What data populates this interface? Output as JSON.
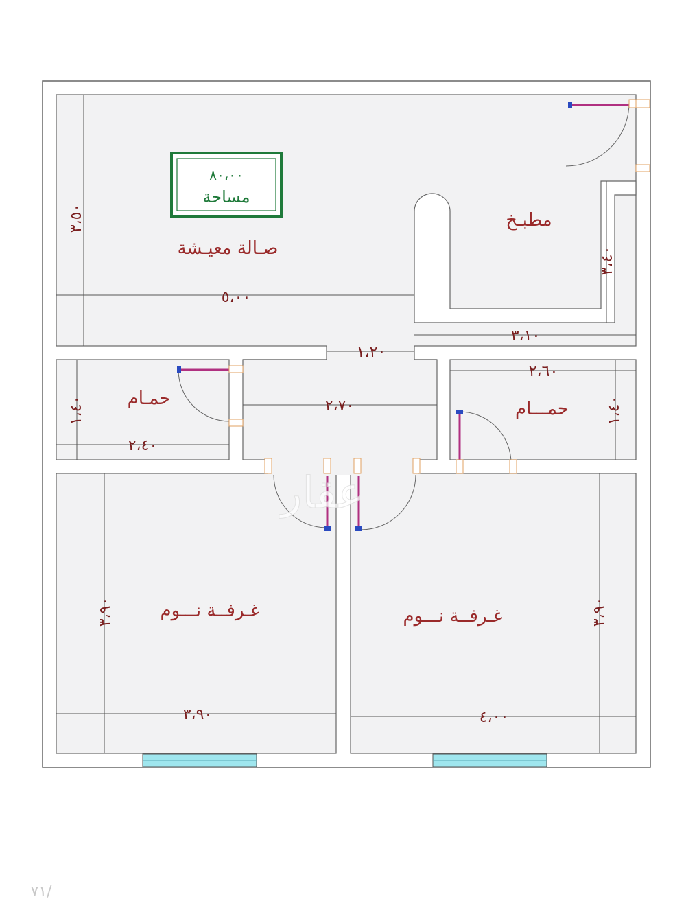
{
  "plan": {
    "colors": {
      "wall": "#ffffff",
      "room_fill": "#f2f2f3",
      "outline": "#666666",
      "label_red": "#9a2a2a",
      "area_green": "#1f7a3a",
      "window_cyan": "#9fe6ee",
      "door_purple": "#b03080",
      "door_blue": "#2a4ac0"
    },
    "area": {
      "value": "٨٠،٠٠",
      "label": "مساحة"
    },
    "rooms": {
      "living": "صـالة معيـشة",
      "kitchen": "مطبـخ",
      "bath_left": "حمـام",
      "bath_right": "حمـــام",
      "bedroom_left": "غـرفــة نـــوم",
      "bedroom_right": "غـرفــة نـــوم"
    },
    "dimensions": {
      "living_width": "٥،٠٠",
      "living_height": "٣،٥٠",
      "kitchen_height": "٣،٤٠",
      "kitchen_width": "٣،١٠",
      "corridor_gap": "١،٢٠",
      "corridor_width": "٢،٧٠",
      "bath_left_width": "٢،٤٠",
      "bath_left_height": "١،٤٠",
      "bath_right_width": "٢،٦٠",
      "bath_right_height": "١،٤٠",
      "bedroom_left_width": "٣،٩٠",
      "bedroom_left_height": "٣،٩٠",
      "bedroom_right_width": "٤،٠٠",
      "bedroom_right_height": "٣،٩٠"
    },
    "watermark": "عقار",
    "footer": "٧١/"
  }
}
